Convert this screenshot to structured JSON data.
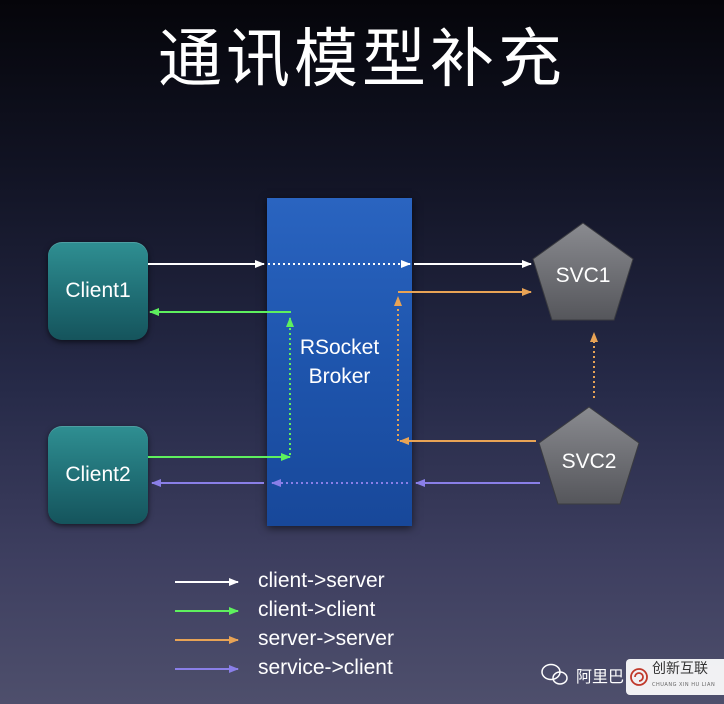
{
  "title": "通讯模型补充",
  "nodes": {
    "client1": "Client1",
    "client2": "Client2",
    "broker_line1": "RSocket",
    "broker_line2": "Broker",
    "svc1": "SVC1",
    "svc2": "SVC2"
  },
  "legend": [
    {
      "label": "client->server",
      "color": "#ffffff"
    },
    {
      "label": "client->client",
      "color": "#5ef05e"
    },
    {
      "label": "server->server",
      "color": "#e8a355"
    },
    {
      "label": "service->client",
      "color": "#8a7fe8"
    }
  ],
  "colors": {
    "client_server": "#ffffff",
    "client_client": "#5ef05e",
    "server_server": "#e8a355",
    "service_client": "#8a7fe8",
    "broker": "#1e55ad",
    "client_box": "#1e6b72",
    "svc": "#6d6e72"
  },
  "watermark": {
    "left_text": "阿里巴",
    "brand_text": "创新互联",
    "brand_sub": "CHUANG XIN HU LIAN"
  }
}
